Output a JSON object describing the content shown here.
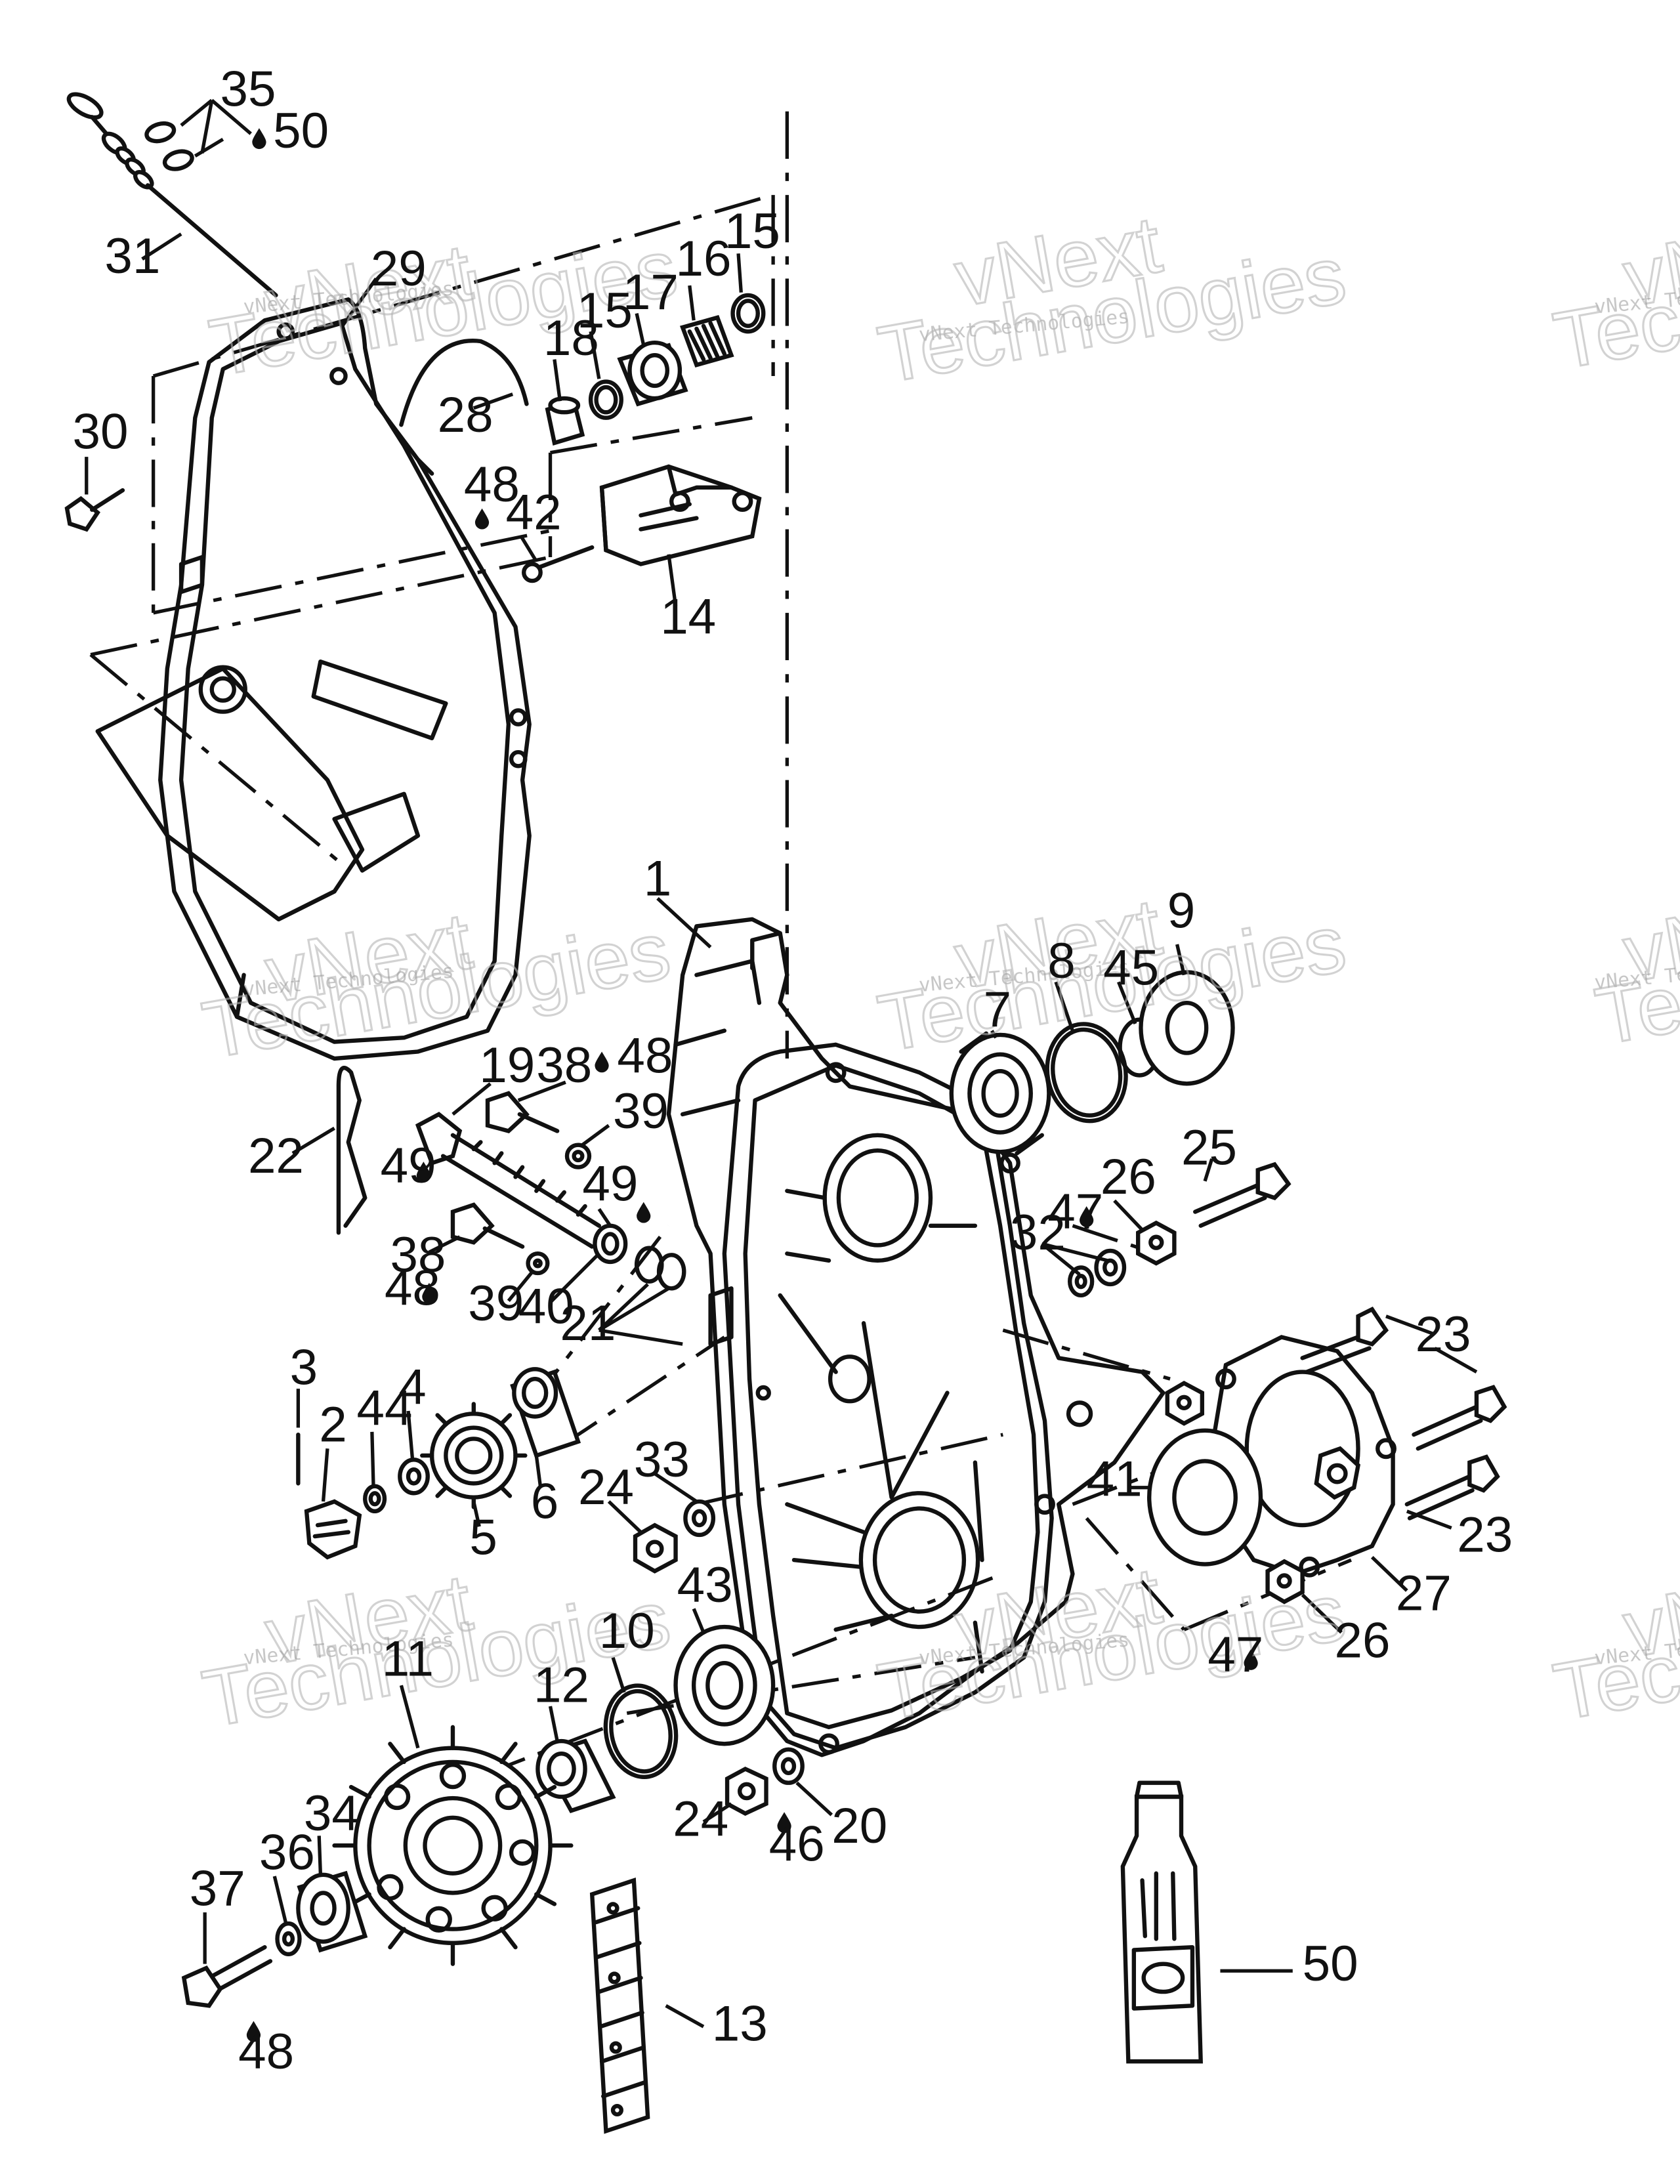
{
  "watermark": {
    "line1": "vNext",
    "line2": "vNext Technologies",
    "line3": "Technologies"
  },
  "lube_symbol": "oil-drop-icon",
  "callouts": {
    "c1": "1",
    "c2": "2",
    "c3": "3",
    "c4": "4",
    "c5": "5",
    "c6": "6",
    "c7": "7",
    "c8": "8",
    "c9": "9",
    "c10": "10",
    "c11": "11",
    "c12": "12",
    "c13": "13",
    "c14": "14",
    "c15a": "15",
    "c15b": "15",
    "c16": "16",
    "c17": "17",
    "c18": "18",
    "c19": "19",
    "c20": "20",
    "c21": "21",
    "c22": "22",
    "c23a": "23",
    "c23b": "23",
    "c24a": "24",
    "c24b": "24",
    "c25": "25",
    "c26a": "26",
    "c26b": "26",
    "c27": "27",
    "c28": "28",
    "c29": "29",
    "c30": "30",
    "c31": "31",
    "c32": "32",
    "c33": "33",
    "c34": "34",
    "c35": "35",
    "c36": "36",
    "c37": "37",
    "c38a": "38",
    "c38b": "38",
    "c39a": "39",
    "c39b": "39",
    "c40": "40",
    "c41": "41",
    "c42": "42",
    "c43": "43",
    "c44": "44",
    "c45": "45",
    "c46": "46",
    "c47a": "47",
    "c47b": "47",
    "c48a": "48",
    "c48b": "48",
    "c48c": "48",
    "c48d": "48",
    "c49a": "49",
    "c49b": "49",
    "c50a": "50",
    "c50b": "50"
  }
}
